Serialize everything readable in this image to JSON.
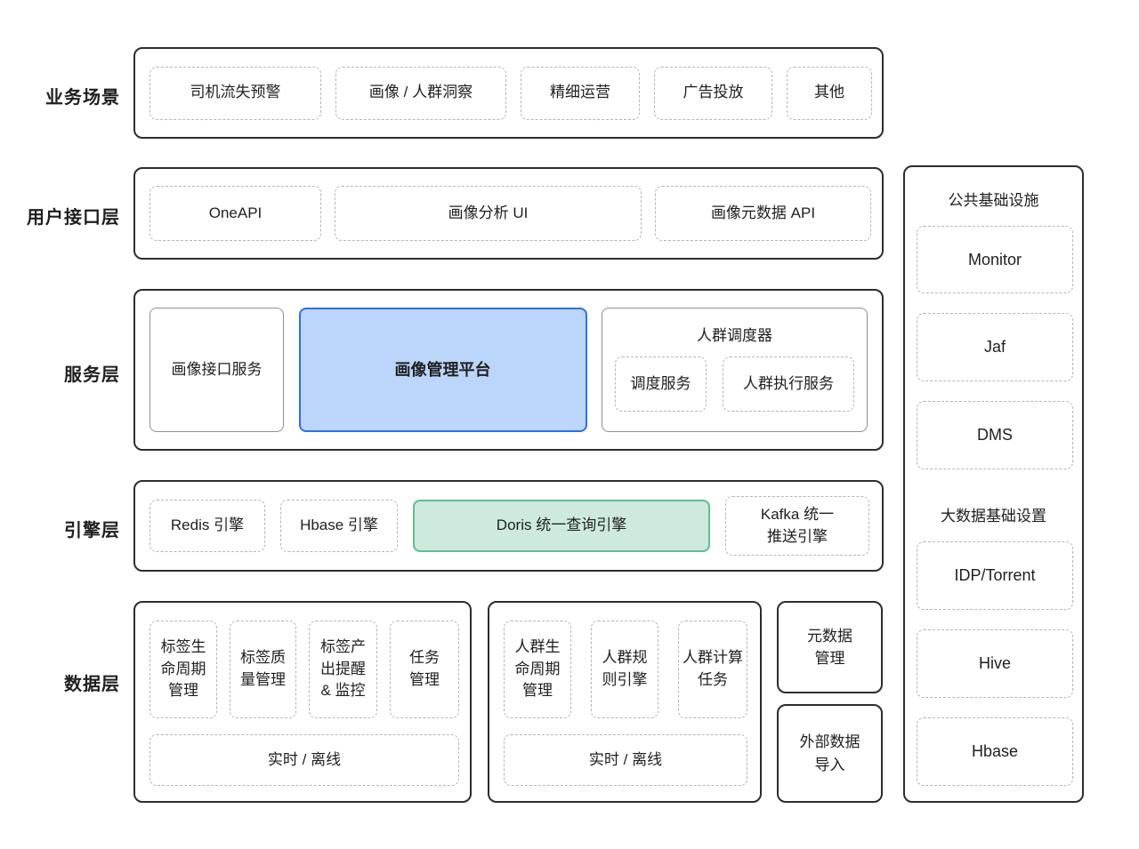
{
  "colors": {
    "outline_dark": "#2d2d2d",
    "dashed_gray": "#b5b5b5",
    "solid_gray": "#8f8f8f",
    "blue_bg": "#bcd5fa",
    "blue_border": "#2e6fe8",
    "green_bg": "#cdeadc",
    "green_border": "#5fbd93",
    "text": "#1f1f1f"
  },
  "layers": {
    "business": {
      "label": "业务场景",
      "items": [
        "司机流失预警",
        "画像 / 人群洞察",
        "精细运营",
        "广告投放",
        "其他"
      ]
    },
    "user_interface": {
      "label": "用户接口层",
      "items": [
        "OneAPI",
        "画像分析 UI",
        "画像元数据 API"
      ]
    },
    "service": {
      "label": "服务层",
      "portrait_api_service": "画像接口服务",
      "portrait_platform": "画像管理平台",
      "crowd_scheduler": {
        "title": "人群调度器",
        "items": [
          "调度服务",
          "人群执行服务"
        ]
      }
    },
    "engine": {
      "label": "引擎层",
      "items": [
        "Redis 引擎",
        "Hbase 引擎",
        "Doris 统一查询引擎",
        "Kafka 统一\n推送引擎"
      ]
    },
    "data": {
      "label": "数据层",
      "tag_group": {
        "items": [
          "标签生命周期管理",
          "标签质量管理",
          "标签产出提醒 & 监控",
          "任务管理"
        ],
        "footer": "实时 / 离线"
      },
      "crowd_group": {
        "items": [
          "人群生命周期管理",
          "人群规则引擎",
          "人群计算任务"
        ],
        "footer": "实时 / 离线"
      },
      "metadata_mgmt": "元数据管理",
      "external_import": "外部数据导入"
    }
  },
  "sidebar": {
    "infra": {
      "title": "公共基础设施",
      "items": [
        "Monitor",
        "Jaf",
        "DMS"
      ]
    },
    "bigdata": {
      "title": "大数据基础设置",
      "items": [
        "IDP/Torrent",
        "Hive",
        "Hbase"
      ]
    }
  }
}
